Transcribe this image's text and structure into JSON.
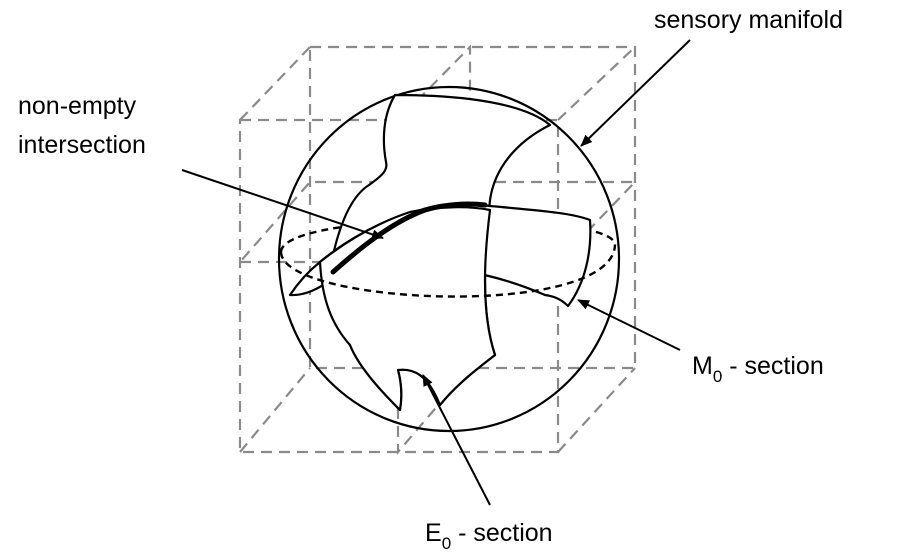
{
  "labels": {
    "sensory_manifold": "sensory manifold",
    "intersection_line1": "non-empty",
    "intersection_line2": "intersection",
    "m0_main": "M",
    "m0_sub": "0",
    "m0_suffix": " - section",
    "e0_main": "E",
    "e0_sub": "0",
    "e0_suffix": " - section"
  },
  "colors": {
    "cube_stroke": "#8a8a8a",
    "line": "#000000",
    "background": "#ffffff"
  }
}
